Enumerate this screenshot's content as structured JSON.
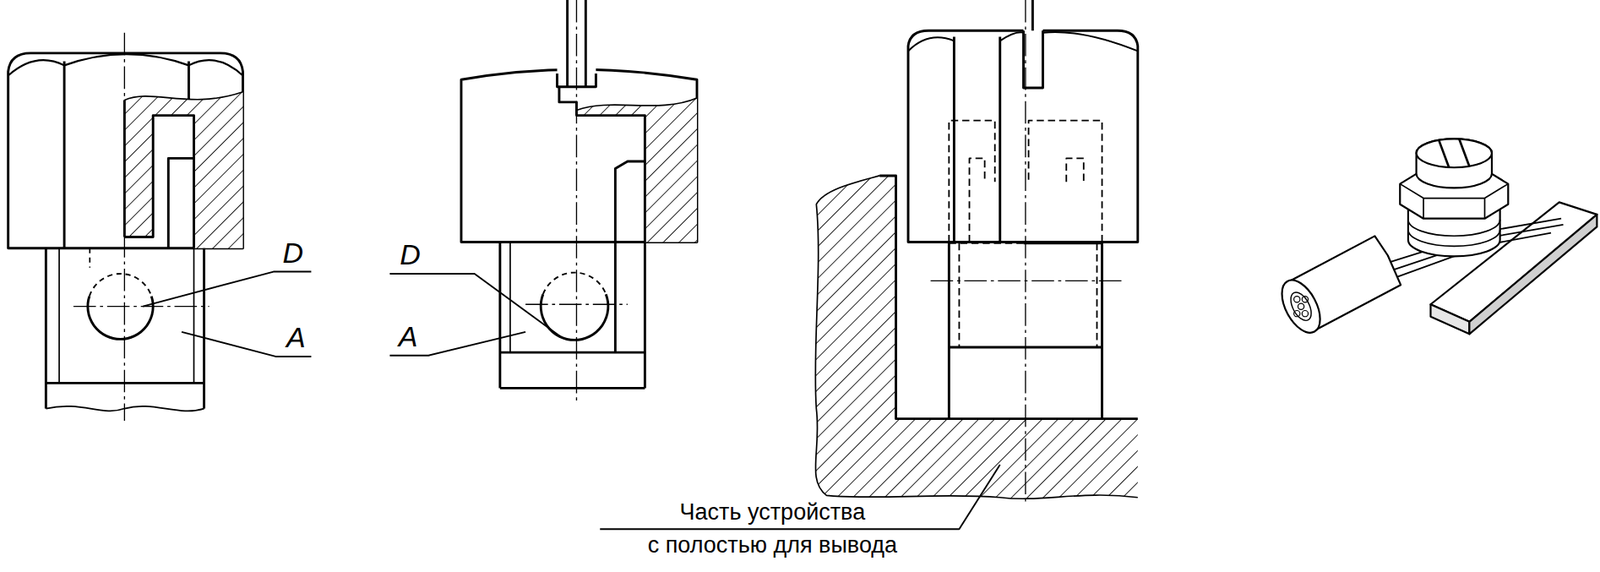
{
  "diagram": {
    "labels": [
      "D",
      "A",
      "D",
      "A",
      "Часть устройства",
      "с полостью для вывода"
    ]
  }
}
